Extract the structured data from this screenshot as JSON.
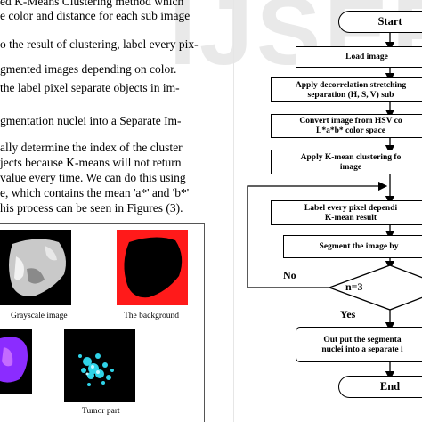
{
  "paper": {
    "lines": [
      "ed K-Means Clustering method which",
      "e color and distance for each sub image",
      "",
      "o the result of clustering, label every pix-",
      "gmented images depending on color.",
      "the label pixel separate objects in im-",
      "",
      "gmentation nuclei into a Separate Im-",
      "",
      "ally determine the index of the cluster",
      "jects because K-means will not return",
      "value every time. We can do this using",
      "e, which contains the mean 'a*' and 'b*'",
      "his process can be seen in Figures (3)."
    ],
    "figure": {
      "captions": [
        "Grayscale image",
        "The background",
        "Tumor part"
      ]
    }
  },
  "watermark": "IJSER",
  "flowchart": {
    "start": "Start",
    "steps": [
      [
        "Load image"
      ],
      [
        "Apply decorrelation stretching",
        "separation (H, S, V) sub"
      ],
      [
        "Convert image from HSV co",
        "L*a*b* color space"
      ],
      [
        "Apply K-mean clustering fo",
        "image"
      ],
      [
        "Label every pixel dependi",
        "K-mean result"
      ],
      [
        "Segment the image by"
      ]
    ],
    "decision": "n=3",
    "no_label": "No",
    "yes_label": "Yes",
    "output": [
      "Out put the segmenta",
      "nuclei into a separate i"
    ],
    "end": "End"
  }
}
